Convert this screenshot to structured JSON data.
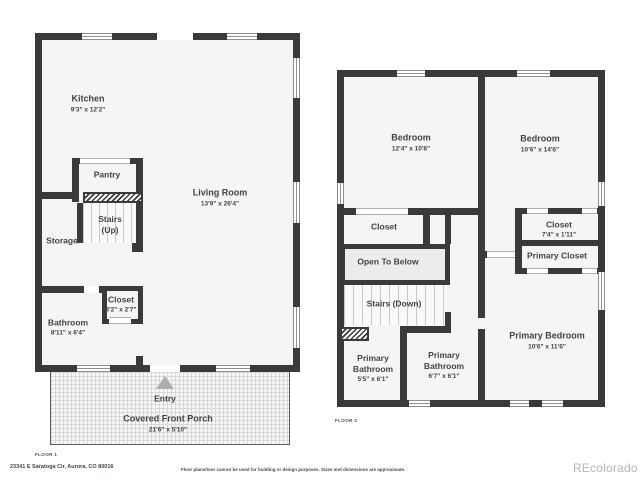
{
  "floor1": {
    "tag": "FLOOR 1",
    "kitchen": {
      "name": "Kitchen",
      "dims": "9'3\" x 12'2\""
    },
    "pantry": {
      "name": "Pantry"
    },
    "stairs_up": {
      "line1": "Stairs",
      "line2": "(Up)"
    },
    "storage": {
      "name": "Storage"
    },
    "living_room": {
      "name": "Living Room",
      "dims": "13'9\" x 26'4\""
    },
    "closet": {
      "name": "Closet",
      "dims": "3'2\" x 2'7\""
    },
    "bathroom": {
      "name": "Bathroom",
      "dims": "8'11\" x 6'4\""
    },
    "entry": {
      "name": "Entry"
    },
    "porch": {
      "name": "Covered Front Porch",
      "dims": "21'6\" x 5'10\""
    }
  },
  "floor2": {
    "tag": "FLOOR 2",
    "bedroom_left": {
      "name": "Bedroom",
      "dims": "12'4\" x 10'8\""
    },
    "bedroom_right": {
      "name": "Bedroom",
      "dims": "10'6\" x 14'6\""
    },
    "closet_left": {
      "name": "Closet"
    },
    "open_to_below": {
      "name": "Open To Below"
    },
    "stairs_down": {
      "name": "Stairs (Down)"
    },
    "closet_right": {
      "name": "Closet",
      "dims": "7'4\" x 1'11\""
    },
    "primary_closet": {
      "name": "Primary Closet"
    },
    "primary_bathroom_left": {
      "line1": "Primary",
      "line2": "Bathroom",
      "dims": "5'5\" x 6'1\""
    },
    "primary_bathroom_mid": {
      "line1": "Primary",
      "line2": "Bathroom",
      "dims": "6'7\" x 6'1\""
    },
    "primary_bedroom": {
      "name": "Primary Bedroom",
      "dims": "10'6\" x 11'6\""
    }
  },
  "footer": {
    "address": "23341 E Saratoga Cir, Aurora, CO 80016",
    "disclaimer": "Floor plans/tour cannot be used for building or design purposes. Sizes and dimensions are approximate.",
    "brand": "REcolorado"
  },
  "colors": {
    "wall": "#3a3a3a",
    "room_fill": "#f5f5f5",
    "open_to_below_fill": "#ececec",
    "label_text": "#3e444b",
    "brand_gray": "#b5b5b5",
    "entry_arrow": "#adadad"
  }
}
